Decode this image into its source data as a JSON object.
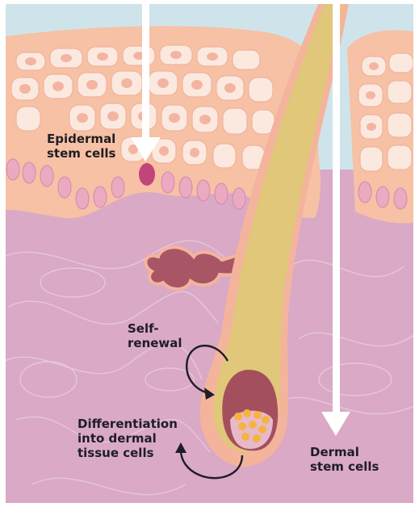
{
  "labels": {
    "epidermal_stem_cells": "Epidermal\nstem cells",
    "self_renewal": "Self-\nrenewal",
    "differentiation": "Differentiation\ninto dermal\ntissue cells",
    "dermal_stem_cells": "Dermal\nstem cells"
  },
  "credit": "",
  "colors": {
    "sky": "#cfe4ea",
    "epidermis": "#f6c1a4",
    "cell_fill": "#fbe9e0",
    "cell_nucleus": "#f3b5a2",
    "basal_cell": "#e79ab8",
    "dermis": "#d9a9c6",
    "hair_shaft": "#e0c779",
    "follicle_sheath": "#f4b49c",
    "gland": "#a85566",
    "papilla_cells": "#f5b341",
    "arrow_white": "#ffffff",
    "text": "#1f1d24"
  }
}
